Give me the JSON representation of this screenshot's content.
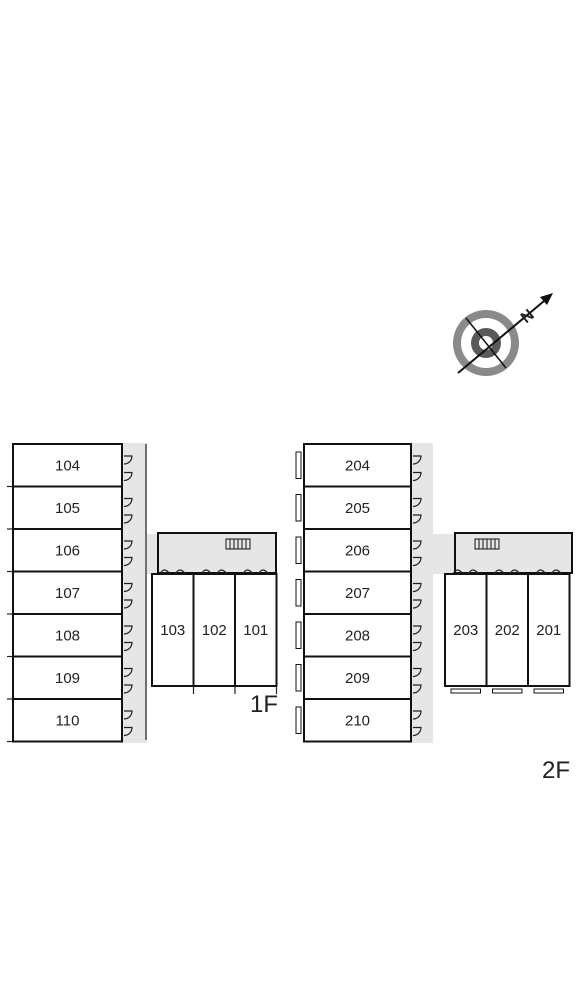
{
  "floor1": {
    "label": "1F",
    "column_units": [
      "104",
      "105",
      "106",
      "107",
      "108",
      "109",
      "110"
    ],
    "row_units": [
      "103",
      "102",
      "101"
    ]
  },
  "floor2": {
    "label": "2F",
    "column_units": [
      "204",
      "205",
      "206",
      "207",
      "208",
      "209",
      "210"
    ],
    "row_units": [
      "203",
      "202",
      "201"
    ]
  },
  "compass": {
    "north_label": "N"
  },
  "colors": {
    "line": "#111111",
    "corridor": "#e6e6e6",
    "background": "#ffffff"
  }
}
